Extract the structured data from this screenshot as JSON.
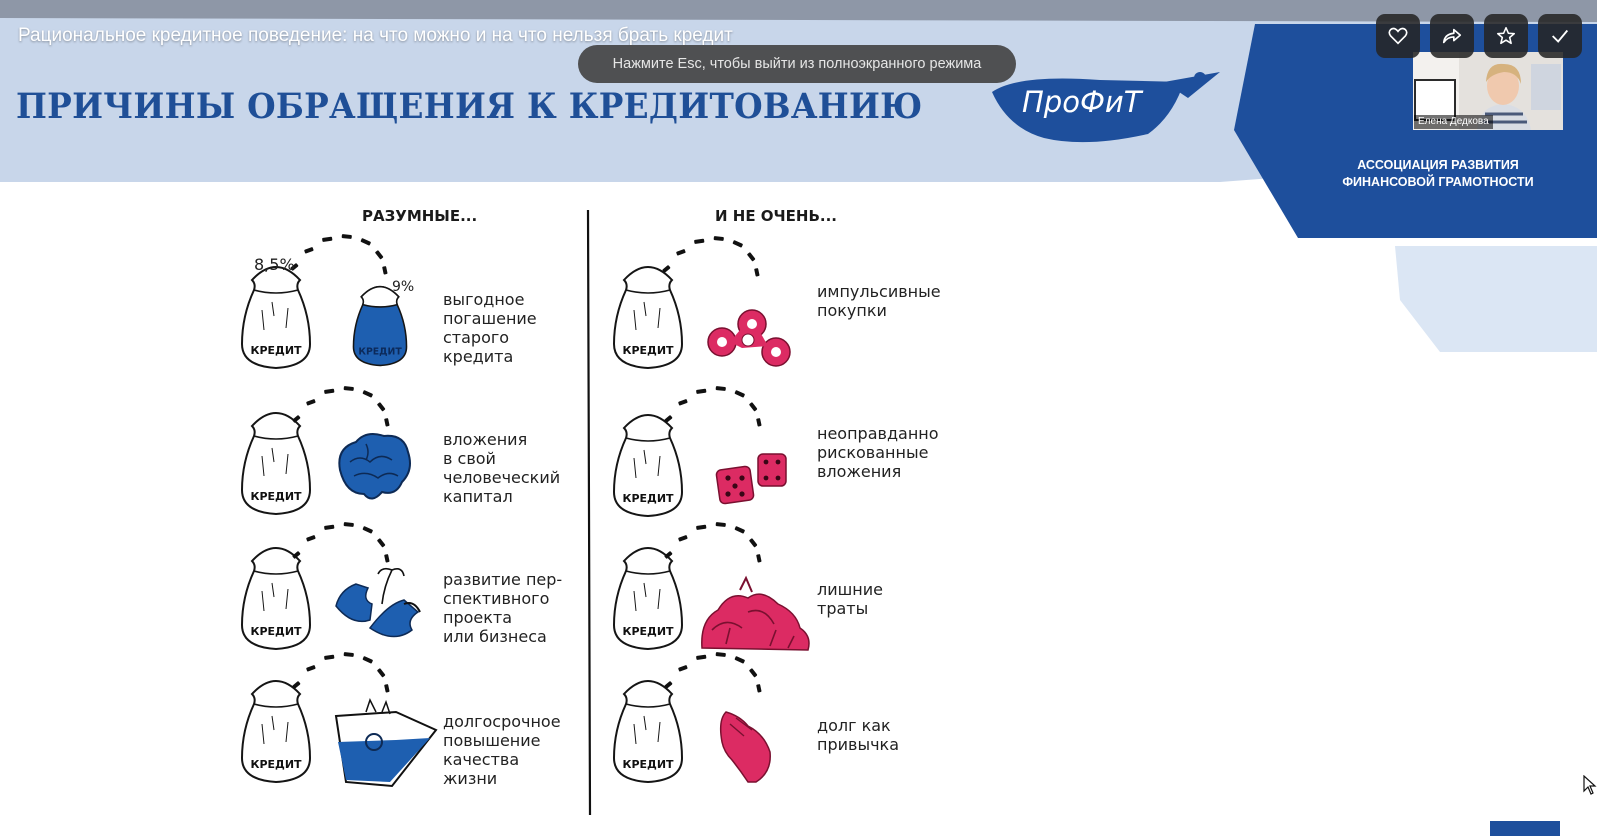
{
  "video": {
    "title": "Рациональное кредитное поведение: на что можно и на что нельзя брать кредит",
    "esc_hint": "Нажмите Esc, чтобы выйти из полноэкранного режима",
    "controls": [
      {
        "name": "like",
        "icon": "heart-icon"
      },
      {
        "name": "share",
        "icon": "share-icon"
      },
      {
        "name": "favorite",
        "icon": "star-icon"
      },
      {
        "name": "done",
        "icon": "check-icon"
      }
    ]
  },
  "slide": {
    "title": "ПРИЧИНЫ ОБРАЩЕНИЯ К КРЕДИТОВАНИЮ",
    "logo_text": "ПроФиТ",
    "association": [
      "АССОЦИАЦИЯ РАЗВИТИЯ",
      "ФИНАНСОВОЙ ГРАМОТНОСТИ"
    ],
    "bag_label": "КРЕДИТ",
    "rates": [
      "8,5%",
      "9%"
    ],
    "left_heading": "РАЗУМНЫЕ...",
    "right_heading": "И НЕ ОЧЕНЬ...",
    "left_items": [
      {
        "lines": [
          "выгодное",
          "погашение",
          "старого",
          "кредита"
        ],
        "icon": "blue-credit-bag-icon"
      },
      {
        "lines": [
          "вложения",
          "в свой",
          "человеческий",
          "капитал"
        ],
        "icon": "brain-icon"
      },
      {
        "lines": [
          "развитие пер-",
          "спективного",
          "проекта",
          "или бизнеса"
        ],
        "icon": "seedling-hands-icon"
      },
      {
        "lines": [
          "долгосрочное",
          "повышение",
          "качества",
          "жизни"
        ],
        "icon": "dishwasher-icon"
      }
    ],
    "right_items": [
      {
        "lines": [
          "импульсивные",
          "покупки"
        ],
        "icon": "fidget-spinner-icon"
      },
      {
        "lines": [
          "неоправданно",
          "рискованные",
          "вложения"
        ],
        "icon": "dice-icon"
      },
      {
        "lines": [
          "лишние",
          "траты"
        ],
        "icon": "shoes-pile-icon"
      },
      {
        "lines": [
          "долг как",
          "привычка"
        ],
        "icon": "begging-hand-icon"
      }
    ]
  },
  "participant": {
    "name": "Елена Дедкова"
  },
  "colors": {
    "brand_blue": "#1f4f97",
    "accent_pink": "#dc2b63",
    "header_band": "#c8d6ea",
    "dark_blue": "#1e4f9c"
  }
}
